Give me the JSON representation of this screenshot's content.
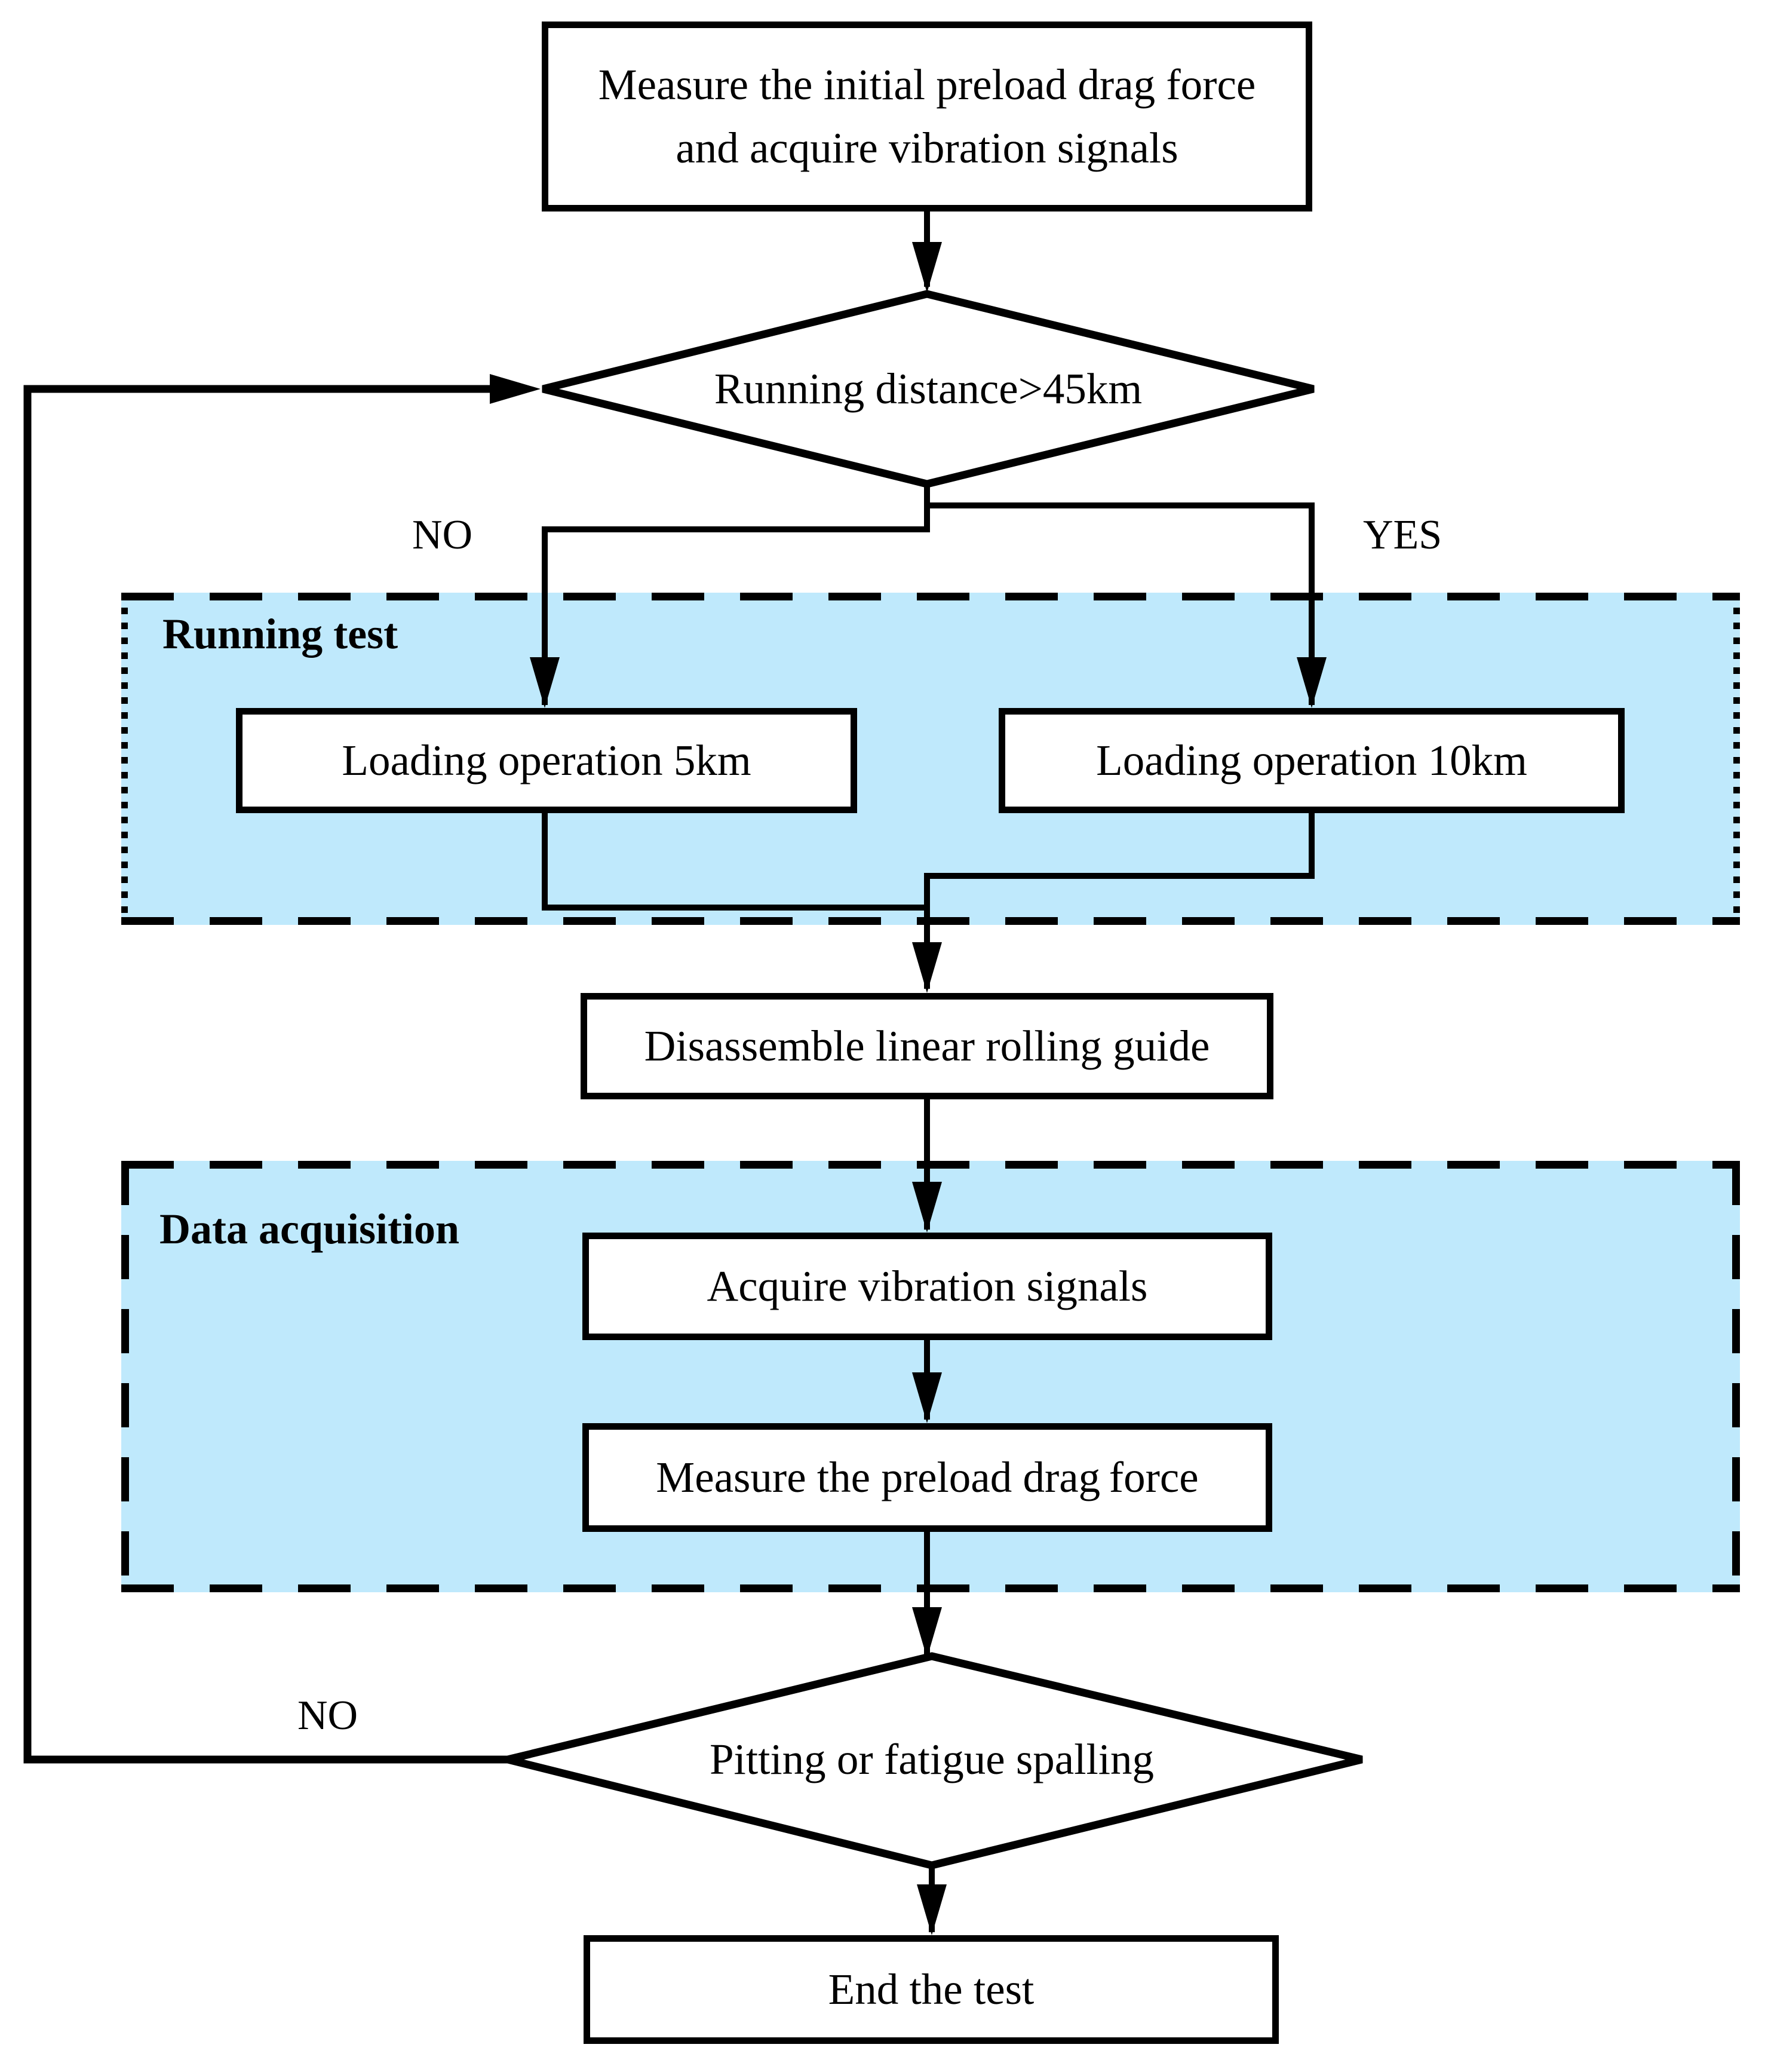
{
  "flow": {
    "start": "Measure the initial preload drag force and acquire vibration signals",
    "decision_running": "Running distance>45km",
    "no_top": "NO",
    "yes": "YES",
    "running_test_label": "Running test",
    "loading_5km": "Loading operation 5km",
    "loading_10km": "Loading operation 10km",
    "disassemble": "Disassemble linear rolling guide",
    "data_acquisition_label": "Data acquisition",
    "acquire": "Acquire vibration signals",
    "measure": "Measure the preload drag force",
    "decision_pitting": "Pitting or fatigue spalling",
    "no_bottom": "NO",
    "end": "End the test"
  },
  "colors": {
    "region_fill": "#bfe9fc",
    "line": "#000000",
    "node_fill": "#ffffff",
    "text": "#000000"
  }
}
